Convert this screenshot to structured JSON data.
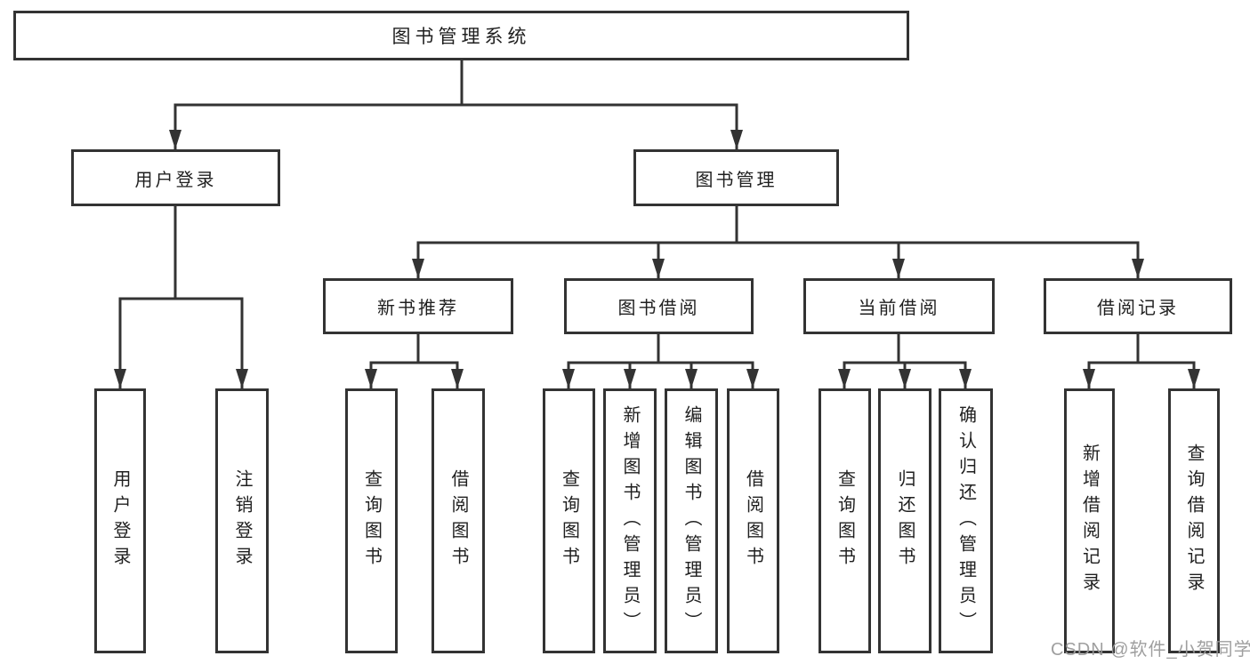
{
  "colors": {
    "line": "#333333",
    "box_border": "#333333",
    "text": "#1f1f1f",
    "watermark": "#9a9a9a",
    "background": "#ffffff"
  },
  "watermark": "CSDN @软件_小贺同学",
  "nodes": {
    "root": {
      "label": "图书管理系统"
    },
    "user_login": {
      "label": "用户登录",
      "children": [
        {
          "label": "用户登录"
        },
        {
          "label": "注销登录"
        }
      ]
    },
    "book_mgmt": {
      "label": "图书管理",
      "children": [
        {
          "label": "新书推荐",
          "children": [
            {
              "label": "查询图书"
            },
            {
              "label": "借阅图书"
            }
          ]
        },
        {
          "label": "图书借阅",
          "children": [
            {
              "label": "查询图书"
            },
            {
              "label": "新增图书（管理员）"
            },
            {
              "label": "编辑图书（管理员）"
            },
            {
              "label": "借阅图书"
            }
          ]
        },
        {
          "label": "当前借阅",
          "children": [
            {
              "label": "查询图书"
            },
            {
              "label": "归还图书"
            },
            {
              "label": "确认归还（管理员）"
            }
          ]
        },
        {
          "label": "借阅记录",
          "children": [
            {
              "label": "新增借阅记录"
            },
            {
              "label": "查询借阅记录"
            }
          ]
        }
      ]
    }
  }
}
